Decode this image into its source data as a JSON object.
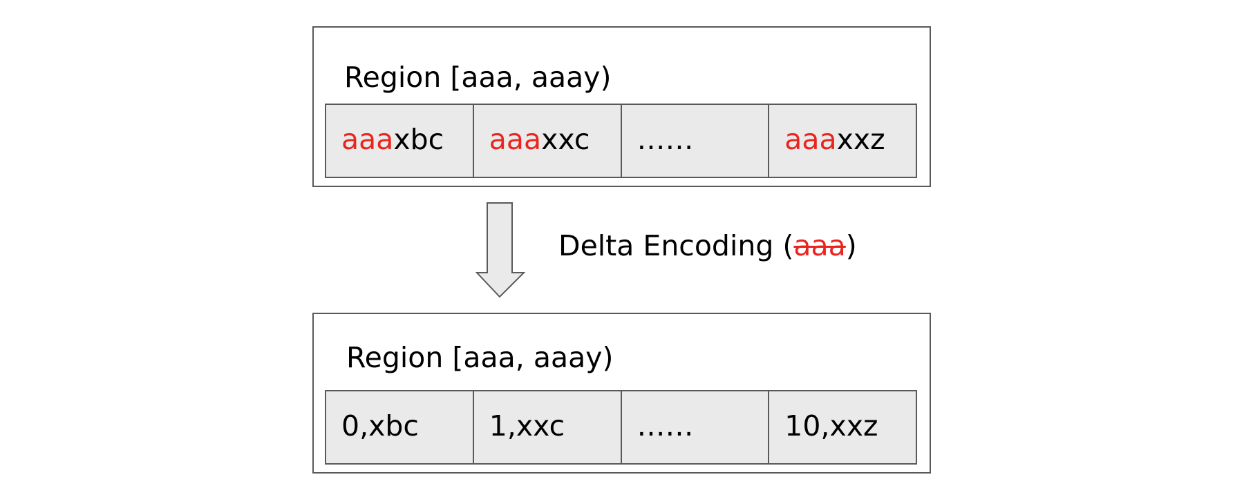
{
  "top_region": {
    "title": "Region [aaa, aaay)",
    "cells": [
      {
        "prefix": "aaa",
        "suffix": "xbc"
      },
      {
        "prefix": "aaa",
        "suffix": "xxc"
      },
      {
        "prefix": "",
        "suffix": "……"
      },
      {
        "prefix": "aaa",
        "suffix": "xxz"
      }
    ]
  },
  "transform": {
    "label_before": "Delta Encoding (",
    "label_struck": "aaa",
    "label_after": ")"
  },
  "bottom_region": {
    "title": "Region [aaa, aaay)",
    "cells": [
      {
        "text": "0,xbc"
      },
      {
        "text": "1,xxc"
      },
      {
        "text": "……"
      },
      {
        "text": "10,xxz"
      }
    ]
  },
  "colors": {
    "prefix_highlight": "#e8261f",
    "cell_fill": "#eaeaea",
    "border": "#595959"
  }
}
